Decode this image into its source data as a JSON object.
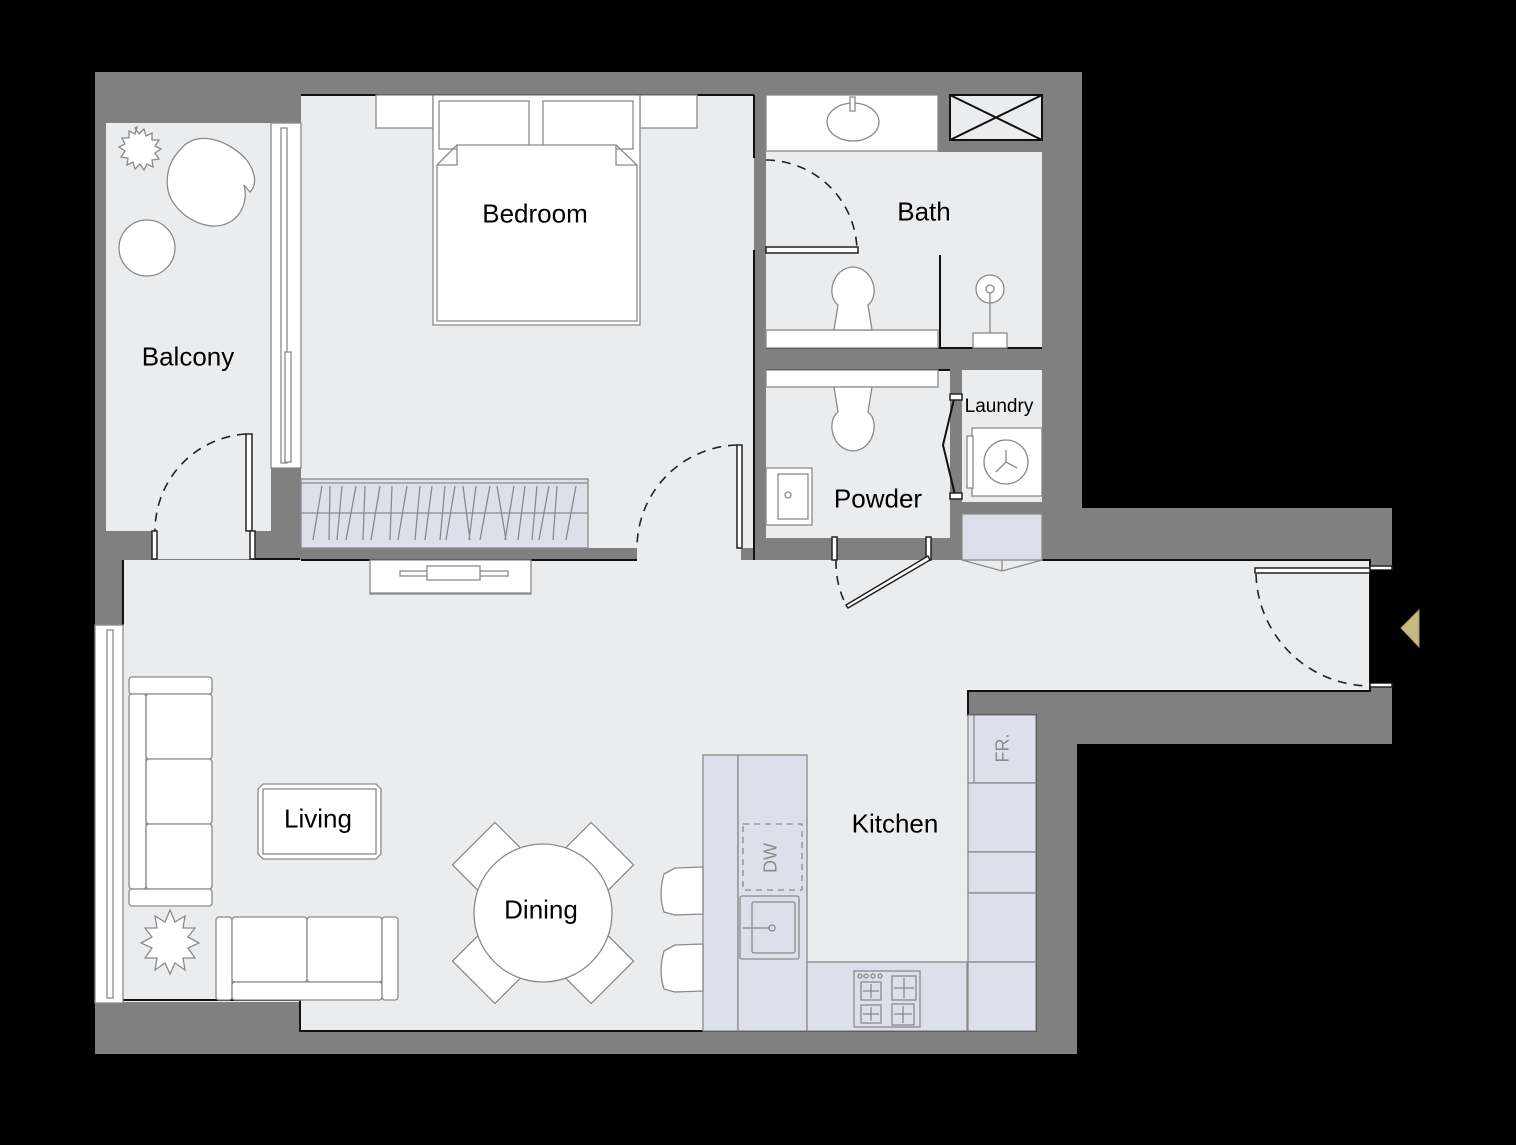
{
  "plan": {
    "type": "floor-plan",
    "colors": {
      "background": "#000000",
      "wall": "#808080",
      "floor": "#ebecee",
      "furniture": "#ffffff",
      "cabinetry": "#dde0ea",
      "entry_marker": "#c8b882"
    },
    "rooms": [
      {
        "id": "balcony",
        "label": "Balcony"
      },
      {
        "id": "bedroom",
        "label": "Bedroom"
      },
      {
        "id": "bath",
        "label": "Bath"
      },
      {
        "id": "laundry",
        "label": "Laundry"
      },
      {
        "id": "powder",
        "label": "Powder"
      },
      {
        "id": "living",
        "label": "Living"
      },
      {
        "id": "dining",
        "label": "Dining"
      },
      {
        "id": "kitchen",
        "label": "Kitchen"
      }
    ],
    "fixtures": {
      "dishwasher": "DW",
      "fridge": "FR."
    },
    "entry": {
      "marker": "entry-arrow"
    }
  }
}
